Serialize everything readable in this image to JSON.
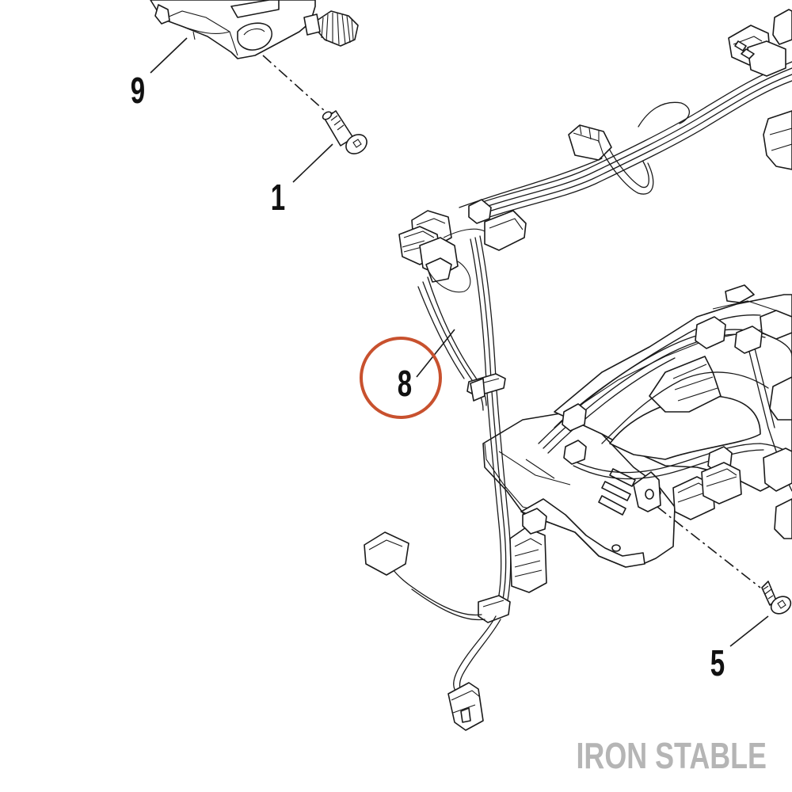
{
  "callouts": [
    {
      "id": "9",
      "label": "9"
    },
    {
      "id": "1",
      "label": "1"
    },
    {
      "id": "8",
      "label": "8",
      "highlighted": true
    },
    {
      "id": "5",
      "label": "5"
    }
  ],
  "watermark": "IRON STABLE",
  "colors": {
    "highlight_ring": "#C8512E",
    "line": "#1a1a1a",
    "watermark": "#B5B5B5",
    "background": "#ffffff"
  }
}
